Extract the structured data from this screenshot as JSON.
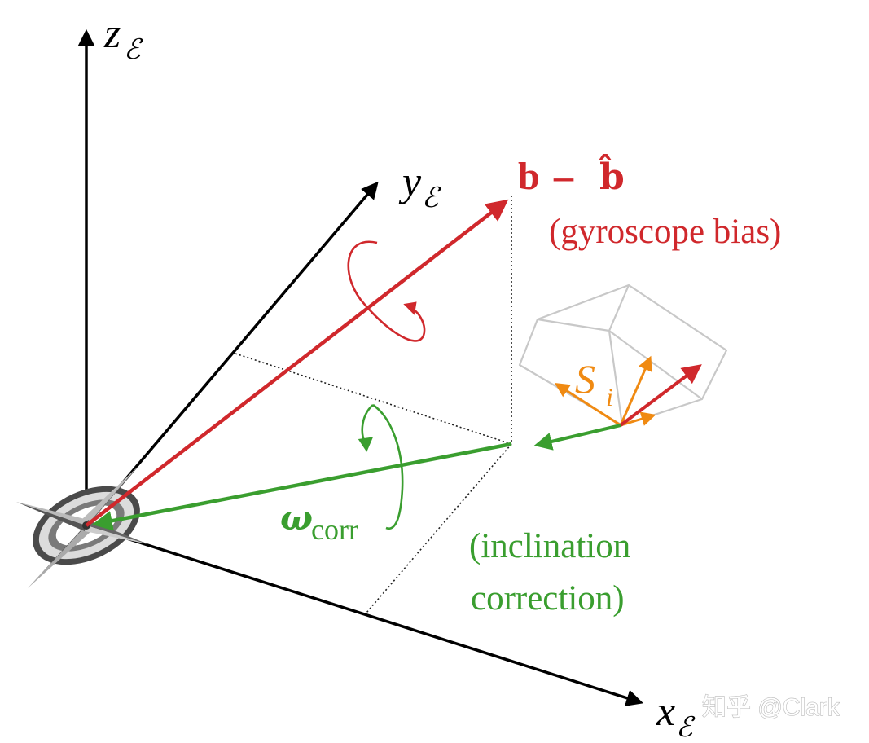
{
  "axes": {
    "z": {
      "letter": "z",
      "subscript": "ℰ"
    },
    "y": {
      "letter": "y",
      "subscript": "ℰ"
    },
    "x": {
      "letter": "x",
      "subscript": "ℰ"
    }
  },
  "bias": {
    "symbol_left": "b",
    "minus": "–",
    "symbol_right": "b̂",
    "caption": "(gyroscope bias)"
  },
  "sensor": {
    "symbol": "S",
    "subscript": "i"
  },
  "correction": {
    "symbol": "ω",
    "subscript": "corr",
    "caption_line1": "(inclination",
    "caption_line2": "correction)"
  },
  "watermark": "知乎 @Clark",
  "colors": {
    "axes": "#000000",
    "bias": "#d0282c",
    "correction": "#3a9e2f",
    "sensor": "#f08a12",
    "box": "#c8c8c8"
  }
}
